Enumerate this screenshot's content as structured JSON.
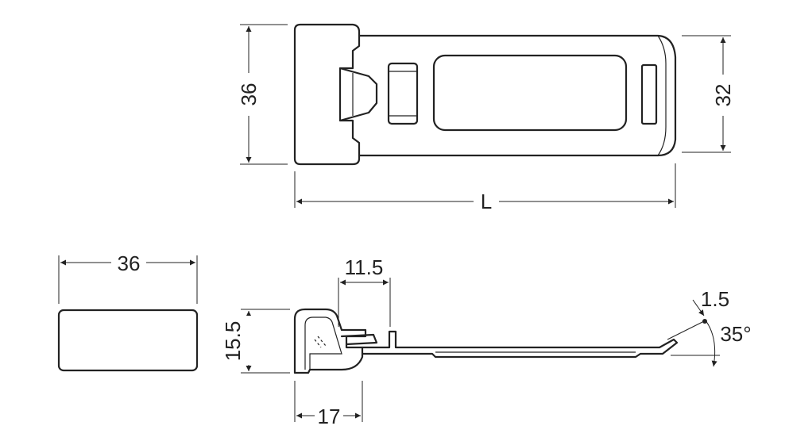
{
  "drawing": {
    "dimensions": {
      "top_height": "36",
      "top_end_height": "32",
      "length": "L",
      "side_width": "36",
      "throat": "11.5",
      "hook_height": "15.5",
      "hook_width": "17",
      "thickness": "1.5",
      "angle": "35°"
    }
  }
}
